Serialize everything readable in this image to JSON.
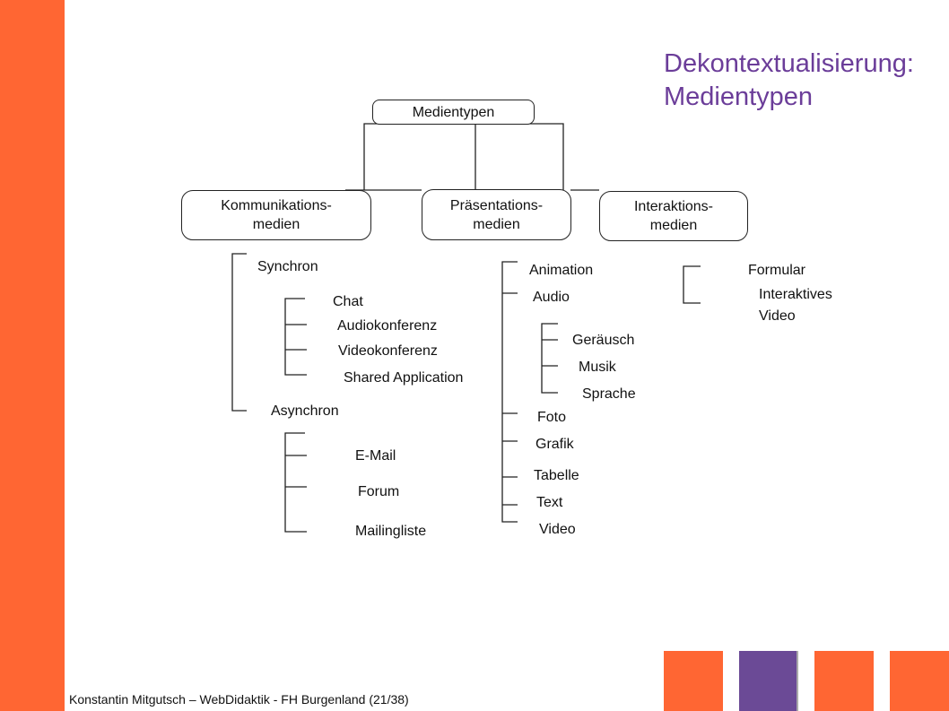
{
  "title": {
    "line1": "Dekontextualisierung:",
    "line2": "Medientypen"
  },
  "root": "Medientypen",
  "categories": {
    "kommunikation": {
      "line1": "Kommunikations-",
      "line2": "medien"
    },
    "praesentation": {
      "line1": "Präsentations-",
      "line2": "medien"
    },
    "interaktion": {
      "line1": "Interaktions-",
      "line2": "medien"
    }
  },
  "kommunikation": {
    "synchron": "Synchron",
    "synchron_items": [
      "Chat",
      "Audiokonferenz",
      "Videokonferenz",
      "Shared Application"
    ],
    "asynchron": "Asynchron",
    "asynchron_items": [
      "E-Mail",
      "Forum",
      "Mailingliste"
    ]
  },
  "praesentation": {
    "items": [
      "Animation",
      "Audio",
      "Foto",
      "Grafik",
      "Tabelle",
      "Text",
      "Video"
    ],
    "audio_items": [
      "Geräusch",
      "Musik",
      "Sprache"
    ]
  },
  "interaktion": {
    "items": [
      "Formular"
    ],
    "interaktives_video": {
      "line1": "Interaktives",
      "line2": "Video"
    }
  },
  "footer": "Konstantin Mitgutsch – WebDidaktik - FH Burgenland  (21/38)",
  "colors": {
    "accent_orange": "#ff6633",
    "accent_purple": "#6b3d99"
  }
}
